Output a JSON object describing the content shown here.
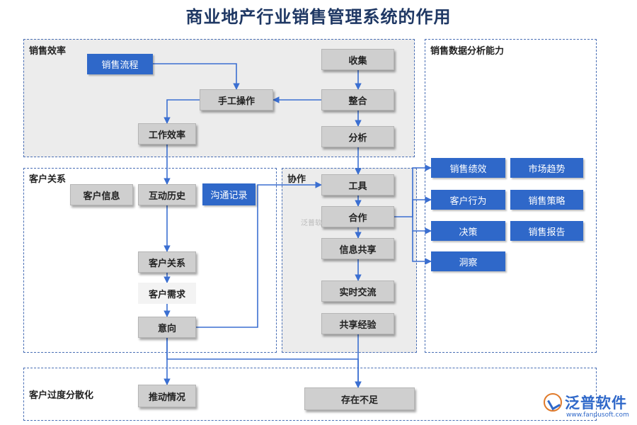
{
  "title": "商业地产行业销售管理系统的作用",
  "sections": {
    "efficiency": "销售效率",
    "analysis": "销售数据分析能力",
    "customer": "客户关系",
    "collab": "协作",
    "dispersion": "客户过度分散化"
  },
  "nodes": {
    "sales_process": "销售流程",
    "collect": "收集",
    "manual": "手工操作",
    "integrate": "整合",
    "work_eff": "工作效率",
    "analyze": "分析",
    "cust_info": "客户信息",
    "interaction": "互动历史",
    "comm_record": "沟通记录",
    "tools": "工具",
    "cooperate": "合作",
    "info_share": "信息共享",
    "cust_rel": "客户关系",
    "cust_need": "客户需求",
    "realtime": "实时交流",
    "intent": "意向",
    "share_exp": "共享经验",
    "push": "推动情况",
    "shortfall": "存在不足",
    "perf": "销售绩效",
    "trend": "市场趋势",
    "behavior": "客户行为",
    "strategy": "销售策略",
    "decision": "决策",
    "report": "销售报告",
    "insight": "洞察"
  },
  "watermark": "泛普软件",
  "logo": {
    "name": "泛普软件",
    "url": "www.fanpusoft.com"
  },
  "colors": {
    "accent": "#2f68c9",
    "node_gray": "#cfcfcf",
    "panel_gray": "#ececec",
    "title": "#1f3864"
  }
}
